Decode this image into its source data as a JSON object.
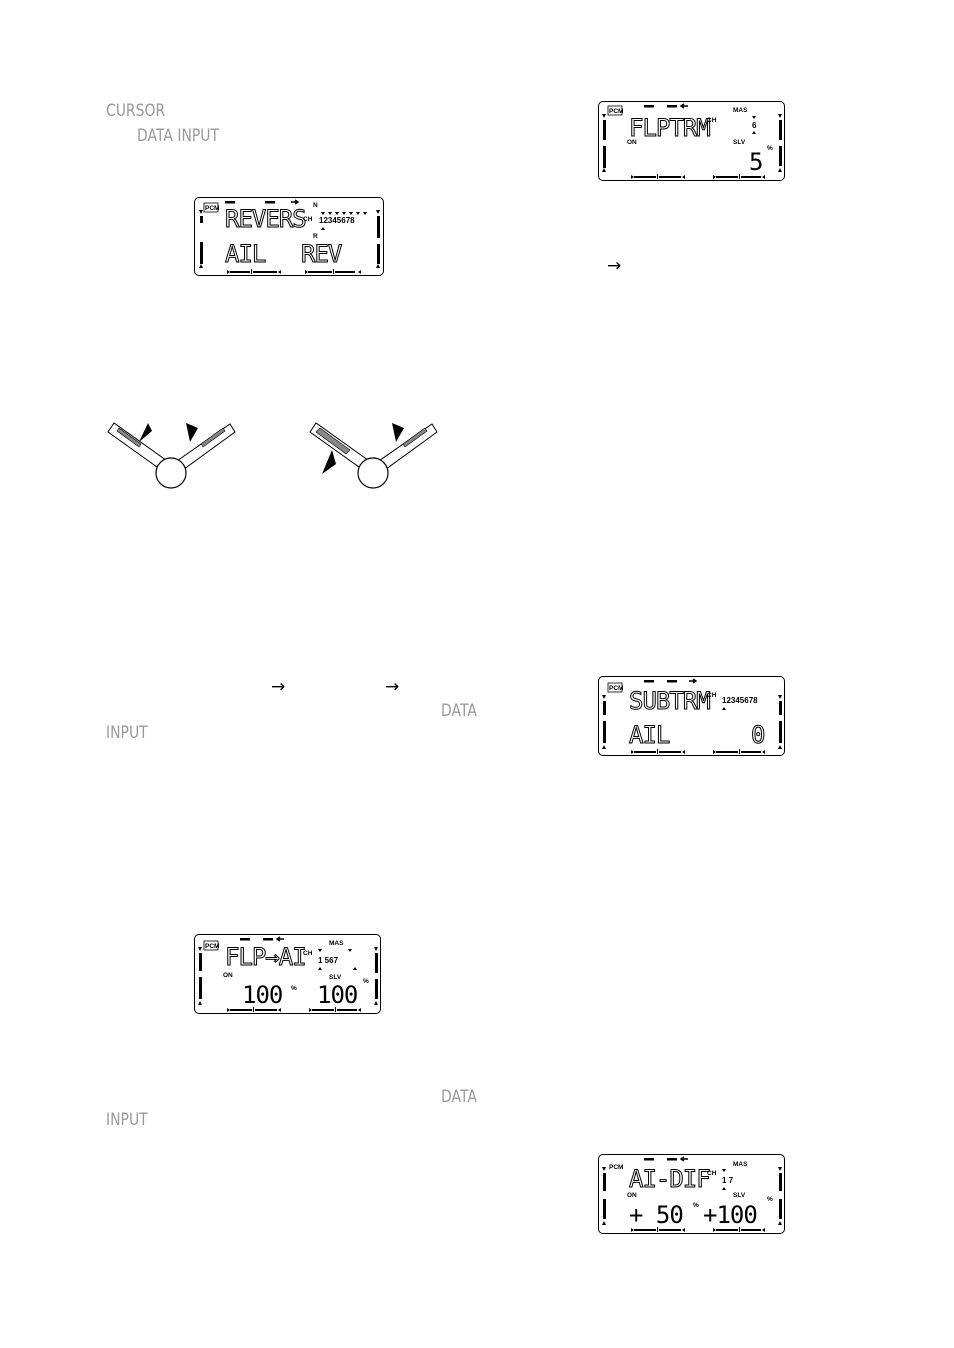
{
  "left_column": {
    "cursor_key": "CURSOR",
    "data_input_key": "DATA  INPUT",
    "arrow_1": "→",
    "arrow_2": "→",
    "data_key_1": "DATA",
    "input_key_1": "INPUT",
    "data_key_2": "DATA",
    "input_key_2": "INPUT"
  },
  "right_column": {
    "arrow": "→"
  },
  "lcd_reverse": {
    "pcm": "PCM",
    "title": "REVERS",
    "ch": "CH",
    "channels": "12345678",
    "n_label": "N",
    "r_label": "R",
    "func": "AIL",
    "value": "REV"
  },
  "lcd_flptrm": {
    "pcm": "PCM",
    "title": "FLPTRM",
    "ch": "CH",
    "mas": "MAS",
    "mas_ch": "6",
    "on": "ON",
    "slv": "SLV",
    "value": "5",
    "unit": "%"
  },
  "lcd_subtrm": {
    "pcm": "PCM",
    "title": "SUBTRM",
    "ch": "CH",
    "channels": "12345678",
    "func": "AIL",
    "value": "0"
  },
  "lcd_flpai": {
    "pcm": "PCM",
    "title": "FLP→AI",
    "ch": "CH",
    "mas": "MAS",
    "channels": "1   567",
    "on": "ON",
    "slv": "SLV",
    "value_left": "100",
    "value_right": "100",
    "unit": "%"
  },
  "lcd_aidif": {
    "pcm": "PCM",
    "title": "AI-DIF",
    "ch": "CH",
    "mas": "MAS",
    "channels": "1      7",
    "on": "ON",
    "slv": "SLV",
    "value_left": "+ 50",
    "value_right": "+100",
    "unit": "%"
  }
}
